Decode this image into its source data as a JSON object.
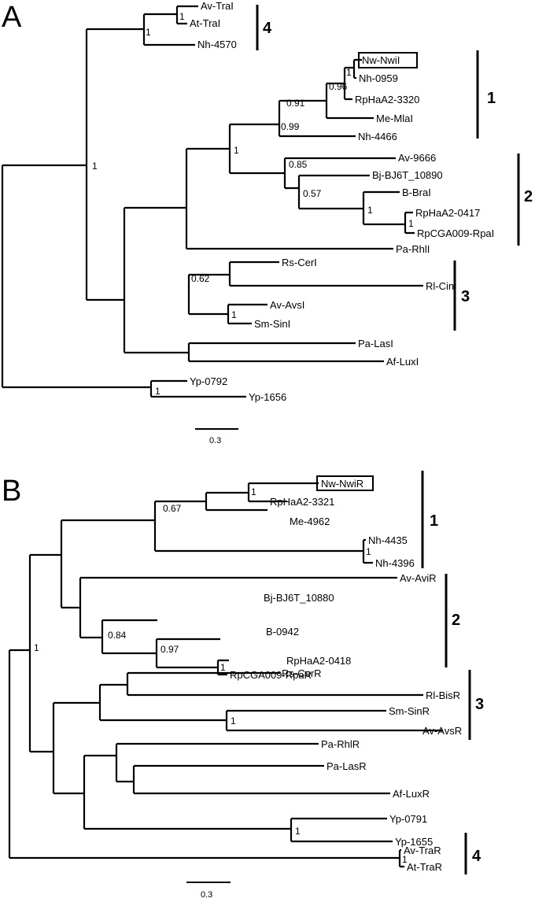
{
  "panels": [
    {
      "letter": "A",
      "scale_label": "0.3",
      "boxed_leaf": "Nw-NwiI",
      "leaves": [
        "Av-TraI",
        "At-TraI",
        "Nh-4570",
        "Nw-NwiI",
        "Nh-0959",
        "RpHaA2-3320",
        "Me-MlaI",
        "Nh-4466",
        "Av-9666",
        "Bj-BJ6T_10890",
        "B-BraI",
        "RpHaA2-0417",
        "RpCGA009-RpaI",
        "Pa-RhlI",
        "Rs-CerI",
        "Rl-CinI",
        "Av-AvsI",
        "Sm-SinI",
        "Pa-LasI",
        "Af-LuxI",
        "Yp-0792",
        "Yp-1656"
      ],
      "bootstraps": [
        "1",
        "1",
        "1",
        "1",
        "0.96",
        "0.91",
        "0.99",
        "1",
        "0.85",
        "0.57",
        "1",
        "1",
        "0.62",
        "1",
        "1"
      ],
      "clades": [
        "4",
        "1",
        "2",
        "3"
      ]
    },
    {
      "letter": "B",
      "scale_label": "0.3",
      "boxed_leaf": "Nw-NwiR",
      "leaves": [
        "Nw-NwiR",
        "RpHaA2-3321",
        "Me-4962",
        "Nh-4435",
        "Nh-4396",
        "Av-AviR",
        "Bj-BJ6T_10880",
        "B-0942",
        "RpHaA2-0418",
        "RpCGA009-RpaR",
        "Rs-CerR",
        "Rl-BisR",
        "Sm-SinR",
        "Av-AvsR",
        "Pa-RhlR",
        "Pa-LasR",
        "Af-LuxR",
        "Yp-0791",
        "Yp-1655",
        "Av-TraR",
        "At-TraR"
      ],
      "bootstraps": [
        "1",
        "0.67",
        "1",
        "0.84",
        "0.97",
        "1",
        "1",
        "1",
        "1",
        "1"
      ],
      "clades": [
        "1",
        "2",
        "3",
        "4"
      ]
    }
  ]
}
